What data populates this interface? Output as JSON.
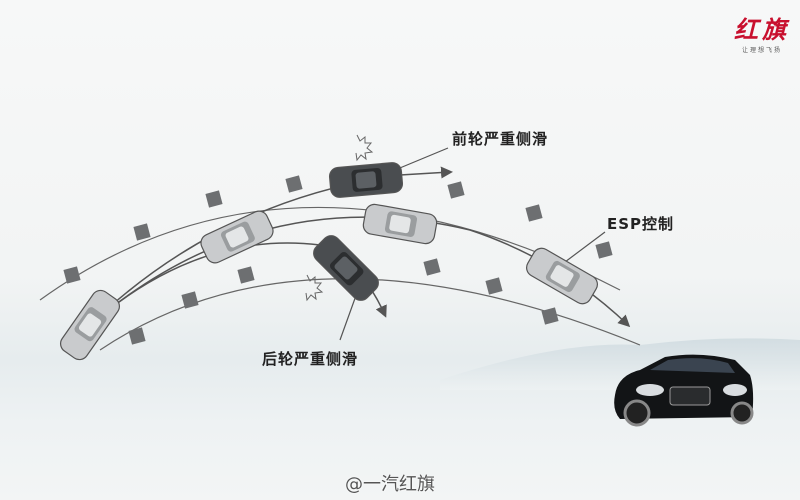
{
  "logo": {
    "brand": "红旗",
    "slogan": "让理想飞扬"
  },
  "labels": {
    "front_skid": "前轮严重侧滑",
    "rear_skid": "后轮严重侧滑",
    "esp": "ESP控制"
  },
  "watermark": "@一汽红旗",
  "colors": {
    "brand_red": "#c8102e",
    "car_silver": "#c9cbcd",
    "car_dark": "#4a4d50",
    "cone": "#6d6f71"
  }
}
